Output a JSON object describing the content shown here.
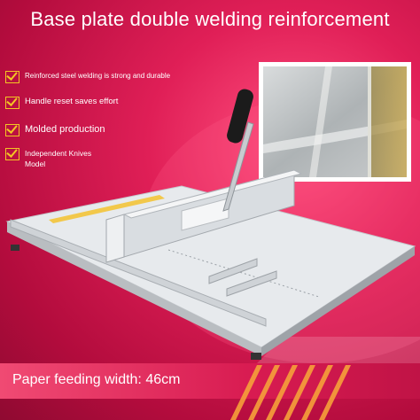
{
  "title": "Base plate double welding reinforcement",
  "features": [
    {
      "text": "Reinforced steel welding is strong and durable",
      "icon": "checkbox-icon"
    },
    {
      "text": "Handle reset saves effort",
      "icon": "checkbox-icon"
    },
    {
      "text": "Molded production",
      "icon": "checkbox-icon"
    },
    {
      "text": "Independent Knives\nModel",
      "icon": "checkbox-icon"
    }
  ],
  "caption": "Paper feeding width: 46cm",
  "colors": {
    "background": "#d81b51",
    "accent": "#f3c623",
    "text": "#ffffff",
    "machine": "#e6e9ec"
  }
}
